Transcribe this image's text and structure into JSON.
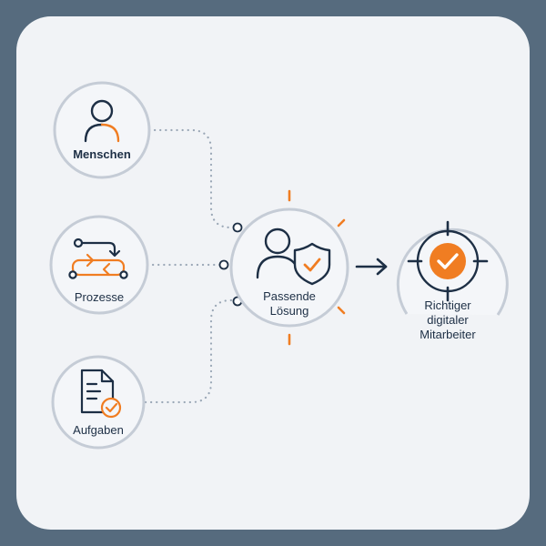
{
  "nodes": {
    "menschen": {
      "label": "Menschen"
    },
    "prozesse": {
      "label": "Prozesse"
    },
    "aufgaben": {
      "label": "Aufgaben"
    },
    "center": {
      "label": "Passende\nLösung"
    },
    "target": {
      "label": "Richtiger\ndigitaler\nMitarbeiter"
    }
  },
  "colors": {
    "navy": "#1d2f45",
    "orange": "#f07d22",
    "ring": "#c5ccd6",
    "dots": "#9aa7b6",
    "card": "#f1f3f6",
    "frame": "#566b7e"
  },
  "icons": {
    "menschen": "person-icon",
    "prozesse": "process-flow-icon",
    "aufgaben": "task-document-check-icon",
    "center": "person-shield-check-icon",
    "target": "target-check-icon",
    "arrow": "arrow-right-icon"
  }
}
